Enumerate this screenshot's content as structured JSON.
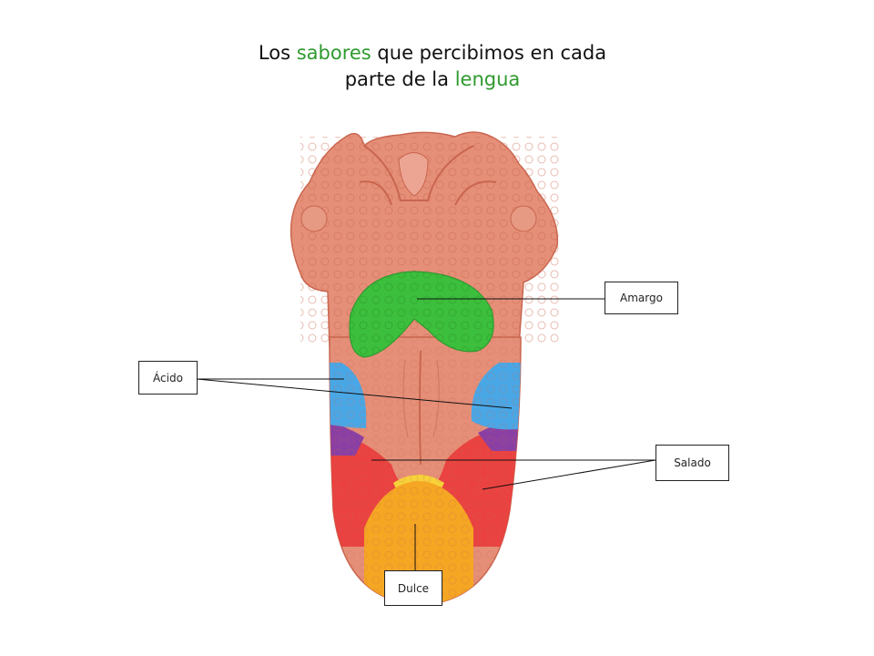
{
  "title": {
    "line1_a": "Los ",
    "line1_hl": "sabores",
    "line1_b": " que percibimos en cada",
    "line2_a": "parte de la ",
    "line2_hl": "lengua"
  },
  "labels": {
    "amargo": "Amargo",
    "acido": "Ácido",
    "salado": "Salado",
    "dulce": "Dulce"
  },
  "colors": {
    "title_highlight": "#2e9a2e",
    "bitter_zone": "#3cbf3c",
    "sour_zone": "#4aa7e6",
    "salty_zone": "#ea3c3c",
    "sweet_zone": "#f5a623",
    "sweet_tip": "#f7d23a",
    "overlap_zone": "#8a3fa3",
    "tongue": "#e58f78"
  }
}
